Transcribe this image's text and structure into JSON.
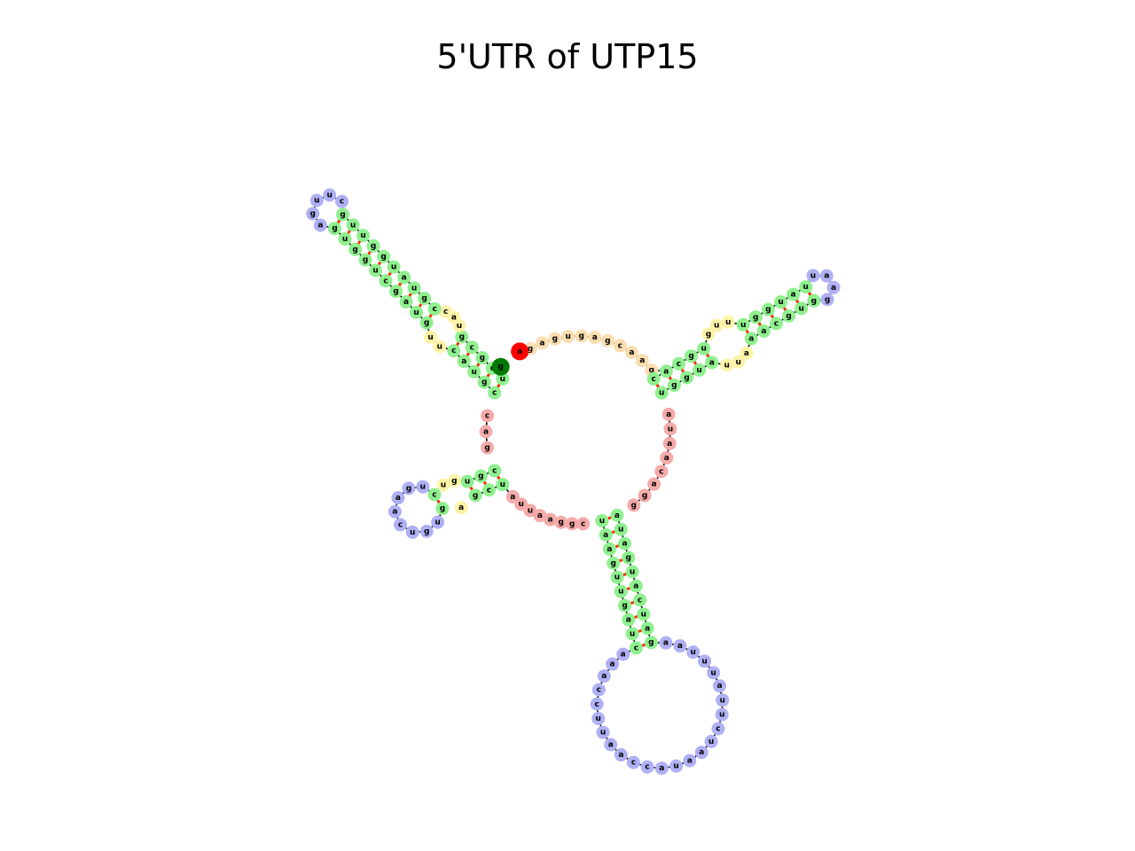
{
  "title": "5'UTR of UTP15",
  "colors": {
    "stem": "#8ef08e",
    "interior_loop": "#fdf3a8",
    "hairpin_loop": "#b0b0f5",
    "multiloop": "#f5aaaa",
    "five_prime_unpaired": "#fadeb0",
    "five_prime_marker": "#ff0000",
    "three_prime_marker": "#007a00",
    "base_pair_line": "#ff2a00",
    "backbone": "#000000"
  },
  "structure": {
    "five_prime_end": "a",
    "three_prime_end": "g",
    "five_prime_unpaired": [
      "g",
      "a",
      "g",
      "u",
      "g",
      "a",
      "g",
      "c",
      "a",
      "a",
      "g"
    ],
    "multiloop_segments": [
      [
        "a",
        "u",
        "a",
        "a",
        "c",
        "a",
        "g",
        "g"
      ],
      [
        "c",
        "g",
        "g",
        "a",
        "a",
        "u",
        "u",
        "a"
      ],
      [
        "g",
        "a",
        "c"
      ]
    ],
    "helices": [
      {
        "name": "upper-right-hairpin",
        "strand_5": [
          "c",
          "a",
          "c",
          "g",
          "u",
          "u",
          "g",
          "g",
          "u",
          "a",
          "u"
        ],
        "strand_3": [
          "g",
          "u",
          "g",
          "c",
          "a",
          "a",
          "a",
          "u",
          "g",
          "g",
          "u"
        ],
        "interior_loop_5": [
          "g",
          "u",
          "u"
        ],
        "interior_loop_3": [
          "u",
          "u",
          "a"
        ],
        "hairpin_loop": [
          "u",
          "a",
          "a",
          "g"
        ]
      },
      {
        "name": "bottom-hairpin",
        "strand_5": [
          "a",
          "u",
          "a",
          "g",
          "u",
          "a",
          "c",
          "u",
          "a",
          "g"
        ],
        "strand_3": [
          "c",
          "u",
          "a",
          "g",
          "u",
          "u",
          "g",
          "a",
          "a",
          "u"
        ],
        "hairpin_loop": [
          "a",
          "a",
          "u",
          "u",
          "u",
          "a",
          "u",
          "u",
          "c",
          "u",
          "a",
          "a",
          "u",
          "a",
          "c",
          "c",
          "a",
          "a",
          "u",
          "u",
          "c",
          "c",
          "a",
          "a",
          "a"
        ]
      },
      {
        "name": "lower-left-hairpin",
        "strand_5": [
          "u",
          "c",
          "g",
          "g"
        ],
        "strand_3": [
          "c",
          "u",
          "g",
          "c"
        ],
        "interior_loop_5": [
          "a"
        ],
        "interior_loop_3": [
          "g",
          "u"
        ],
        "hairpin_loop": [
          "u",
          "g",
          "u",
          "c",
          "a",
          "a",
          "g",
          "u"
        ]
      },
      {
        "name": "upper-left-hairpin",
        "strand_5": [
          "c",
          "g",
          "u",
          "a",
          "c",
          "g",
          "u",
          "a",
          "g",
          "c",
          "u",
          "g",
          "g",
          "u",
          "g"
        ],
        "strand_3": [
          "g",
          "u",
          "u",
          "g",
          "g",
          "u",
          "a",
          "u",
          "g",
          "c",
          "g",
          "c",
          "g",
          "c",
          "u"
        ],
        "interior_loop_5": [
          "u",
          "u"
        ],
        "interior_loop_3": [
          "u",
          "a",
          "c"
        ],
        "hairpin_loop": [
          "a",
          "g",
          "u",
          "u",
          "c"
        ]
      }
    ],
    "sequence_order": [
      "five_prime_unpaired",
      "upper-right-hairpin",
      "multiloop_0",
      "bottom-hairpin",
      "multiloop_1",
      "lower-left-hairpin",
      "multiloop_2",
      "upper-left-hairpin"
    ]
  }
}
